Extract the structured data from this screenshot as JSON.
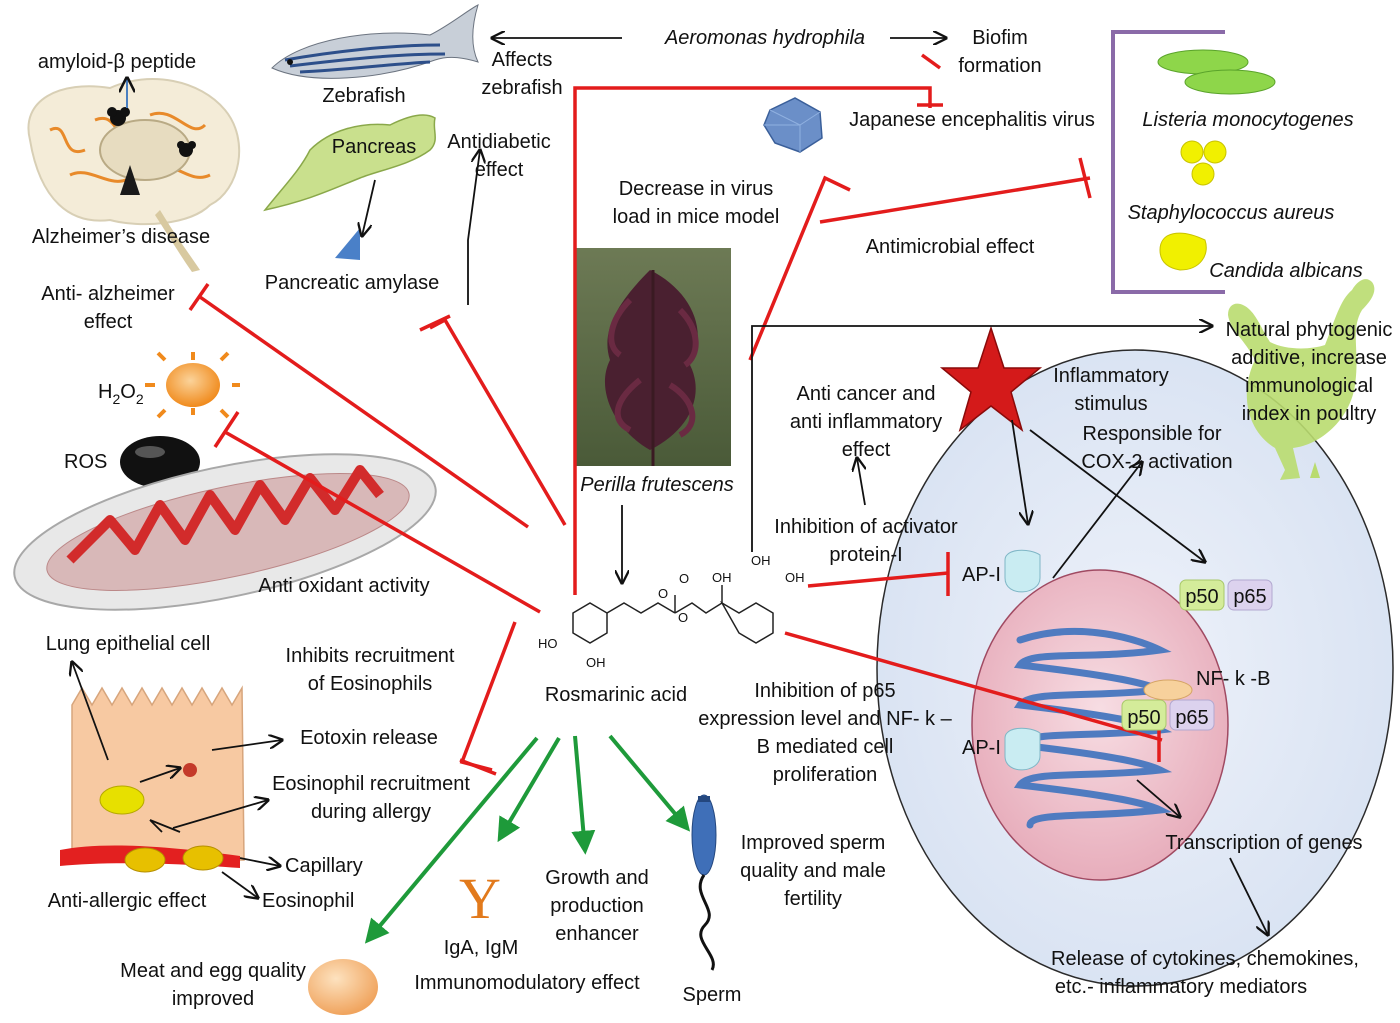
{
  "center": {
    "compound": "Rosmarinic acid",
    "plant": "Perilla frutescens"
  },
  "labels": {
    "amyloid": "amyloid-β peptide",
    "zebrafish": "Zebrafish",
    "affects_zebrafish": [
      "Affects",
      "zebrafish"
    ],
    "aeromonas": "Aeromonas hydrophila",
    "biofilm": [
      "Biofim",
      "formation"
    ],
    "pancreas": "Pancreas",
    "antidiabetic": [
      "Antidiabetic",
      "effect"
    ],
    "jev": "Japanese encephalitis virus",
    "listeria": "Listeria monocytogenes",
    "staph": "Staphylococcus aureus",
    "candida": "Candida albicans",
    "alz_disease": "Alzheimer’s disease",
    "pancreatic_amylase": "Pancreatic amylase",
    "virus_load": [
      "Decrease in virus",
      "load in mice model"
    ],
    "antimicrobial": "Antimicrobial effect",
    "anti_alz": [
      "Anti- alzheimer",
      "effect"
    ],
    "h2o2_base": "H",
    "h2o2_sub1": "2",
    "h2o2_mid": "O",
    "h2o2_sub2": "2",
    "ros": "ROS",
    "antioxidant": "Anti oxidant activity",
    "natural_additive": [
      "Natural phytogenic",
      "additive, increase",
      "immunological",
      "index in poultry"
    ],
    "anticancer": [
      "Anti cancer and",
      "anti inflammatory",
      "effect"
    ],
    "inflammatory_stimulus": [
      "Inflammatory",
      "stimulus"
    ],
    "cox2": [
      "Responsible for",
      "COX-2 activation"
    ],
    "inhibition_ap1": [
      "Inhibition of activator",
      "protein-I"
    ],
    "ap1_top": "AP-I",
    "p50": "p50",
    "p65": "p65",
    "lung_cell": "Lung epithelial cell",
    "inhibits_eos": [
      "Inhibits recruitment",
      "of Eosinophils"
    ],
    "eotoxin": "Eotoxin release",
    "eos_recruit": [
      "Eosinophil recruitment",
      "during allergy"
    ],
    "capillary": "Capillary",
    "anti_allergic": "Anti-allergic effect",
    "eosinophil": "Eosinophil",
    "p65_inhibition": [
      "Inhibition of p65",
      "expression level and NF- k –",
      "B mediated cell",
      "proliferation"
    ],
    "nfkb": "NF- k -B",
    "p50_nuc": "p50",
    "p65_nuc": "p65",
    "ap1_nuc": "AP-I",
    "transcription": "Transcription of genes",
    "cytokines": [
      "Release of cytokines, chemokines,",
      "etc.- inflammatory mediators"
    ],
    "growth": [
      "Growth and",
      "production",
      "enhancer"
    ],
    "sperm_quality": [
      "Improved sperm",
      "quality and male",
      "fertility"
    ],
    "iga": "IgA, IgM",
    "immunomod": "Immunomodulatory effect",
    "sperm": "Sperm",
    "meat_egg": [
      "Meat and egg quality",
      "improved"
    ],
    "antibody_glyph": "Y"
  },
  "chem": {
    "oh1": "OH",
    "oh2": "OH",
    "oh3": "OH",
    "oh4": "OH",
    "ho": "HO",
    "o1": "O",
    "o2": "O",
    "o3": "O"
  },
  "colors": {
    "inhibit": "#e31c1c",
    "stimulate": "#1e9a3a",
    "arrow": "#111111",
    "cell": "#e5ecf8",
    "nucleus": "#efc6d0",
    "dna": "#4f7bc0",
    "bracket": "#8a6aa8"
  },
  "icons": [
    "zebrafish-icon",
    "brain-icon",
    "pancreas-icon",
    "virus-icon",
    "bacteria-icon",
    "plant-photo",
    "sun-icon",
    "ros-icon",
    "mitochondria-icon",
    "star-icon",
    "chicken-icon",
    "lung-cell-icon",
    "antibody-icon",
    "sperm-icon",
    "egg-icon"
  ]
}
